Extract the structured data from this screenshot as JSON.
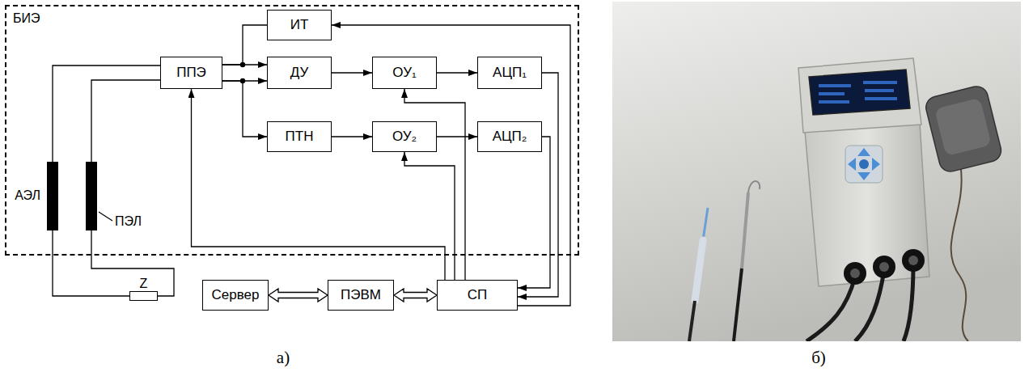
{
  "diagram": {
    "nodes": [
      {
        "text": [
          "БИЭ"
        ]
      },
      {
        "text": [
          "ИТ"
        ],
        "in": 0
      },
      {
        "text": [
          "ППЭ"
        ],
        "in": 0
      },
      {
        "text": [
          "ДУ"
        ],
        "in": 0
      },
      {
        "text": [
          "ОУ₁"
        ],
        "in": 0
      },
      {
        "text": [
          "АЦП₁"
        ],
        "in": 0
      },
      {
        "text": [
          "ПТН"
        ],
        "in": 0
      },
      {
        "text": [
          "ОУ₂"
        ],
        "in": 0
      },
      {
        "text": [
          "АЦП₂"
        ],
        "in": 0
      },
      {
        "text": [
          "АЭЛ"
        ],
        "in": 0
      },
      {
        "text": [
          "ПЭЛ"
        ],
        "in": 0
      },
      {
        "text": [
          "Z"
        ]
      },
      {
        "text": [
          "Сервер"
        ]
      },
      {
        "text": [
          "ПЭВМ"
        ]
      },
      {
        "text": [
          "СП"
        ]
      }
    ],
    "edges": [
      {
        "from": 9,
        "to": 2,
        "arrow": "none"
      },
      {
        "from": 10,
        "to": 2,
        "arrow": "none"
      },
      {
        "from": 9,
        "to": 11,
        "arrow": "none"
      },
      {
        "from": 10,
        "to": 11,
        "arrow": "none"
      },
      {
        "from": 2,
        "to": 1,
        "arrow": "none"
      },
      {
        "from": 2,
        "to": 3,
        "arrow": "to"
      },
      {
        "from": 2,
        "to": 3,
        "arrow": "to"
      },
      {
        "from": 2,
        "to": 6,
        "arrow": "to"
      },
      {
        "from": 3,
        "to": 4,
        "arrow": "to"
      },
      {
        "from": 4,
        "to": 5,
        "arrow": "to"
      },
      {
        "from": 6,
        "to": 7,
        "arrow": "to"
      },
      {
        "from": 7,
        "to": 8,
        "arrow": "to"
      },
      {
        "from": 5,
        "to": 14,
        "arrow": "to"
      },
      {
        "from": 8,
        "to": 14,
        "arrow": "to"
      },
      {
        "from": 14,
        "to": 1,
        "arrow": "to"
      },
      {
        "from": 14,
        "to": 2,
        "arrow": "to"
      },
      {
        "from": 14,
        "to": 7,
        "arrow": "to"
      },
      {
        "from": 14,
        "to": 4,
        "arrow": "to"
      },
      {
        "from": 13,
        "to": 12,
        "arrow": "both"
      },
      {
        "from": 13,
        "to": 14,
        "arrow": "both"
      }
    ],
    "labels": [
      "а)",
      "б)"
    ]
  }
}
